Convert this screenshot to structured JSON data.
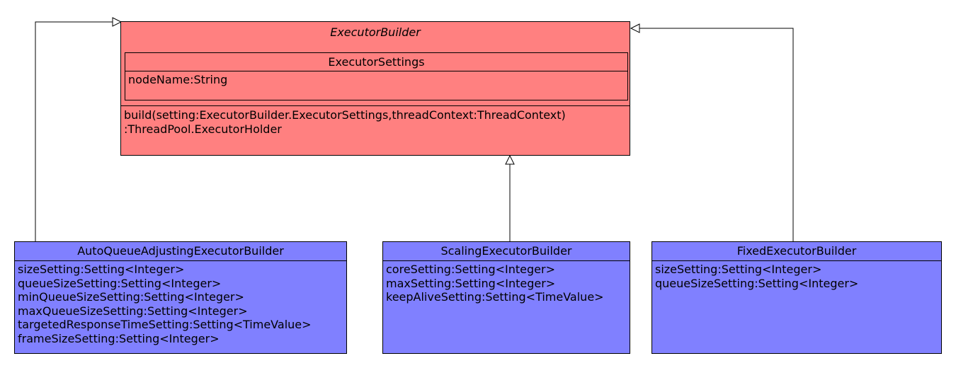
{
  "colors": {
    "parent_fill": "#ff8080",
    "child_fill": "#8080ff"
  },
  "executor_builder": {
    "name": "ExecutorBuilder",
    "inner": {
      "name": "ExecutorSettings",
      "attributes": [
        "nodeName:String"
      ]
    },
    "operations": [
      "build(setting:ExecutorBuilder.ExecutorSettings,threadContext:ThreadContext)",
      ":ThreadPool.ExecutorHolder"
    ]
  },
  "auto_queue": {
    "name": "AutoQueueAdjustingExecutorBuilder",
    "attributes": [
      "sizeSetting:Setting<Integer>",
      "queueSizeSetting:Setting<Integer>",
      "minQueueSizeSetting:Setting<Integer>",
      "maxQueueSizeSetting:Setting<Integer>",
      "targetedResponseTimeSetting:Setting<TimeValue>",
      "frameSizeSetting:Setting<Integer>"
    ]
  },
  "scaling": {
    "name": "ScalingExecutorBuilder",
    "attributes": [
      "coreSetting:Setting<Integer>",
      "maxSetting:Setting<Integer>",
      "keepAliveSetting:Setting<TimeValue>"
    ]
  },
  "fixed": {
    "name": "FixedExecutorBuilder",
    "attributes": [
      "sizeSetting:Setting<Integer>",
      "queueSizeSetting:Setting<Integer>"
    ]
  }
}
